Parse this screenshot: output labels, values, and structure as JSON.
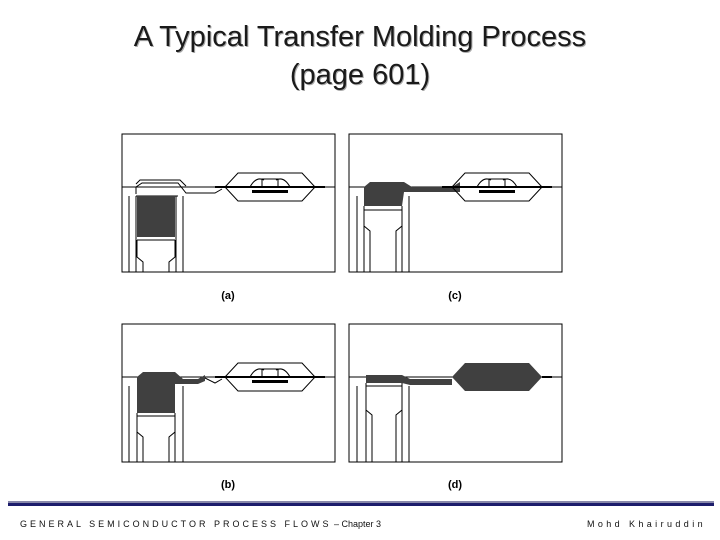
{
  "title": {
    "line1": "A Typical Transfer Molding Process",
    "line2": "(page 601)"
  },
  "panels": [
    {
      "caption": "(a)"
    },
    {
      "caption": "(b)"
    },
    {
      "caption": "(c)"
    },
    {
      "caption": "(d)"
    }
  ],
  "footer": {
    "left_spaced": "GENERAL SEMICONDUCTOR PROCESS FLOWS",
    "left_tail": " – Chapter 3",
    "right": "Mohd Khairuddin"
  },
  "colors": {
    "compound": "#404040",
    "frame_border": "#1c1c6b"
  }
}
